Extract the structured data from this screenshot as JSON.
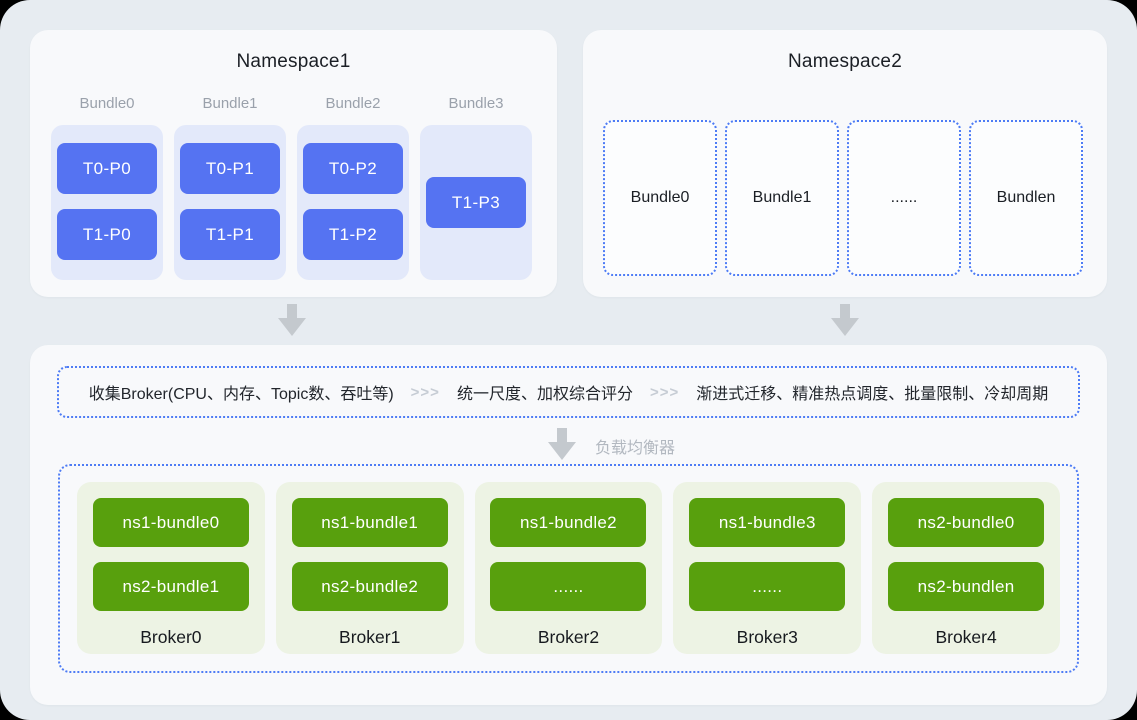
{
  "namespace1": {
    "title": "Namespace1",
    "bundles": [
      {
        "label": "Bundle0",
        "topics": [
          "T0-P0",
          "T1-P0"
        ]
      },
      {
        "label": "Bundle1",
        "topics": [
          "T0-P1",
          "T1-P1"
        ]
      },
      {
        "label": "Bundle2",
        "topics": [
          "T0-P2",
          "T1-P2"
        ]
      },
      {
        "label": "Bundle3",
        "topics": [
          "T1-P3"
        ]
      }
    ]
  },
  "namespace2": {
    "title": "Namespace2",
    "bundles": [
      "Bundle0",
      "Bundle1",
      "......",
      "Bundlen"
    ]
  },
  "pipeline": {
    "separator": ">>>",
    "steps": [
      "收集Broker(CPU、内存、Topic数、吞吐等)",
      "统一尺度、加权综合评分",
      "渐进式迁移、精准热点调度、批量限制、冷却周期"
    ]
  },
  "load_balancer_label": "负载均衡器",
  "brokers": [
    {
      "name": "Broker0",
      "bundles": [
        "ns1-bundle0",
        "ns2-bundle1"
      ]
    },
    {
      "name": "Broker1",
      "bundles": [
        "ns1-bundle1",
        "ns2-bundle2"
      ]
    },
    {
      "name": "Broker2",
      "bundles": [
        "ns1-bundle2",
        "......"
      ]
    },
    {
      "name": "Broker3",
      "bundles": [
        "ns1-bundle3",
        "......"
      ]
    },
    {
      "name": "Broker4",
      "bundles": [
        "ns2-bundle0",
        "ns2-bundlen"
      ]
    }
  ],
  "colors": {
    "page_bg": "#e7ecf1",
    "card_bg": "#f8f9fb",
    "bundle_col_bg": "#e3e9fa",
    "topic_blue": "#5573f2",
    "dashed_border_blue": "#4e7cf5",
    "chip_green": "#58a00d",
    "broker_card_bg": "#edf3e4",
    "arrow_gray": "#c4c9ce",
    "muted_text": "#9aa1ab"
  }
}
